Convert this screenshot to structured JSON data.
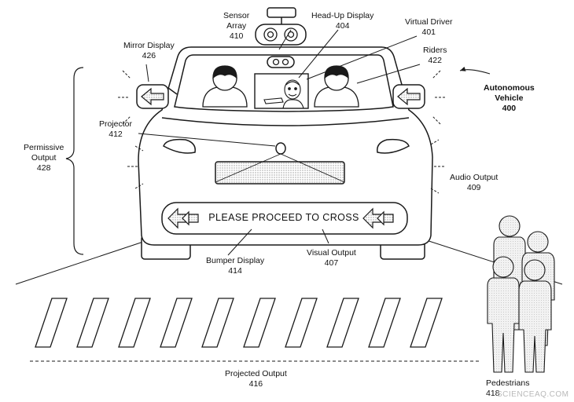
{
  "labels": {
    "sensor_array": {
      "name": "Sensor Array",
      "name_line1": "Sensor",
      "name_line2": "Array",
      "number": "410"
    },
    "head_up_display": {
      "name": "Head-Up Display",
      "number": "404"
    },
    "virtual_driver": {
      "name": "Virtual Driver",
      "number": "401"
    },
    "riders": {
      "name": "Riders",
      "number": "422"
    },
    "mirror_display": {
      "name": "Mirror Display",
      "number": "426"
    },
    "autonomous_vehicle": {
      "name_line1": "Autonomous",
      "name_line2": "Vehicle",
      "number": "400"
    },
    "projector": {
      "name": "Projector",
      "number": "412"
    },
    "permissive_output": {
      "name_line1": "Permissive",
      "name_line2": "Output",
      "number": "428"
    },
    "audio_output": {
      "name": "Audio Output",
      "number": "409"
    },
    "bumper_display": {
      "name": "Bumper Display",
      "number": "414"
    },
    "visual_output": {
      "name": "Visual Output",
      "number": "407"
    },
    "projected_output": {
      "name": "Projected Output",
      "number": "416"
    },
    "pedestrians": {
      "name": "Pedestrians",
      "number": "418"
    }
  },
  "bumper_message": "PLEASE PROCEED TO CROSS",
  "watermark": "SCIENCEAQ.COM",
  "colors": {
    "line": "#1a1a1a",
    "background": "#ffffff",
    "pedestrian_fill": "#e6e6e6"
  }
}
